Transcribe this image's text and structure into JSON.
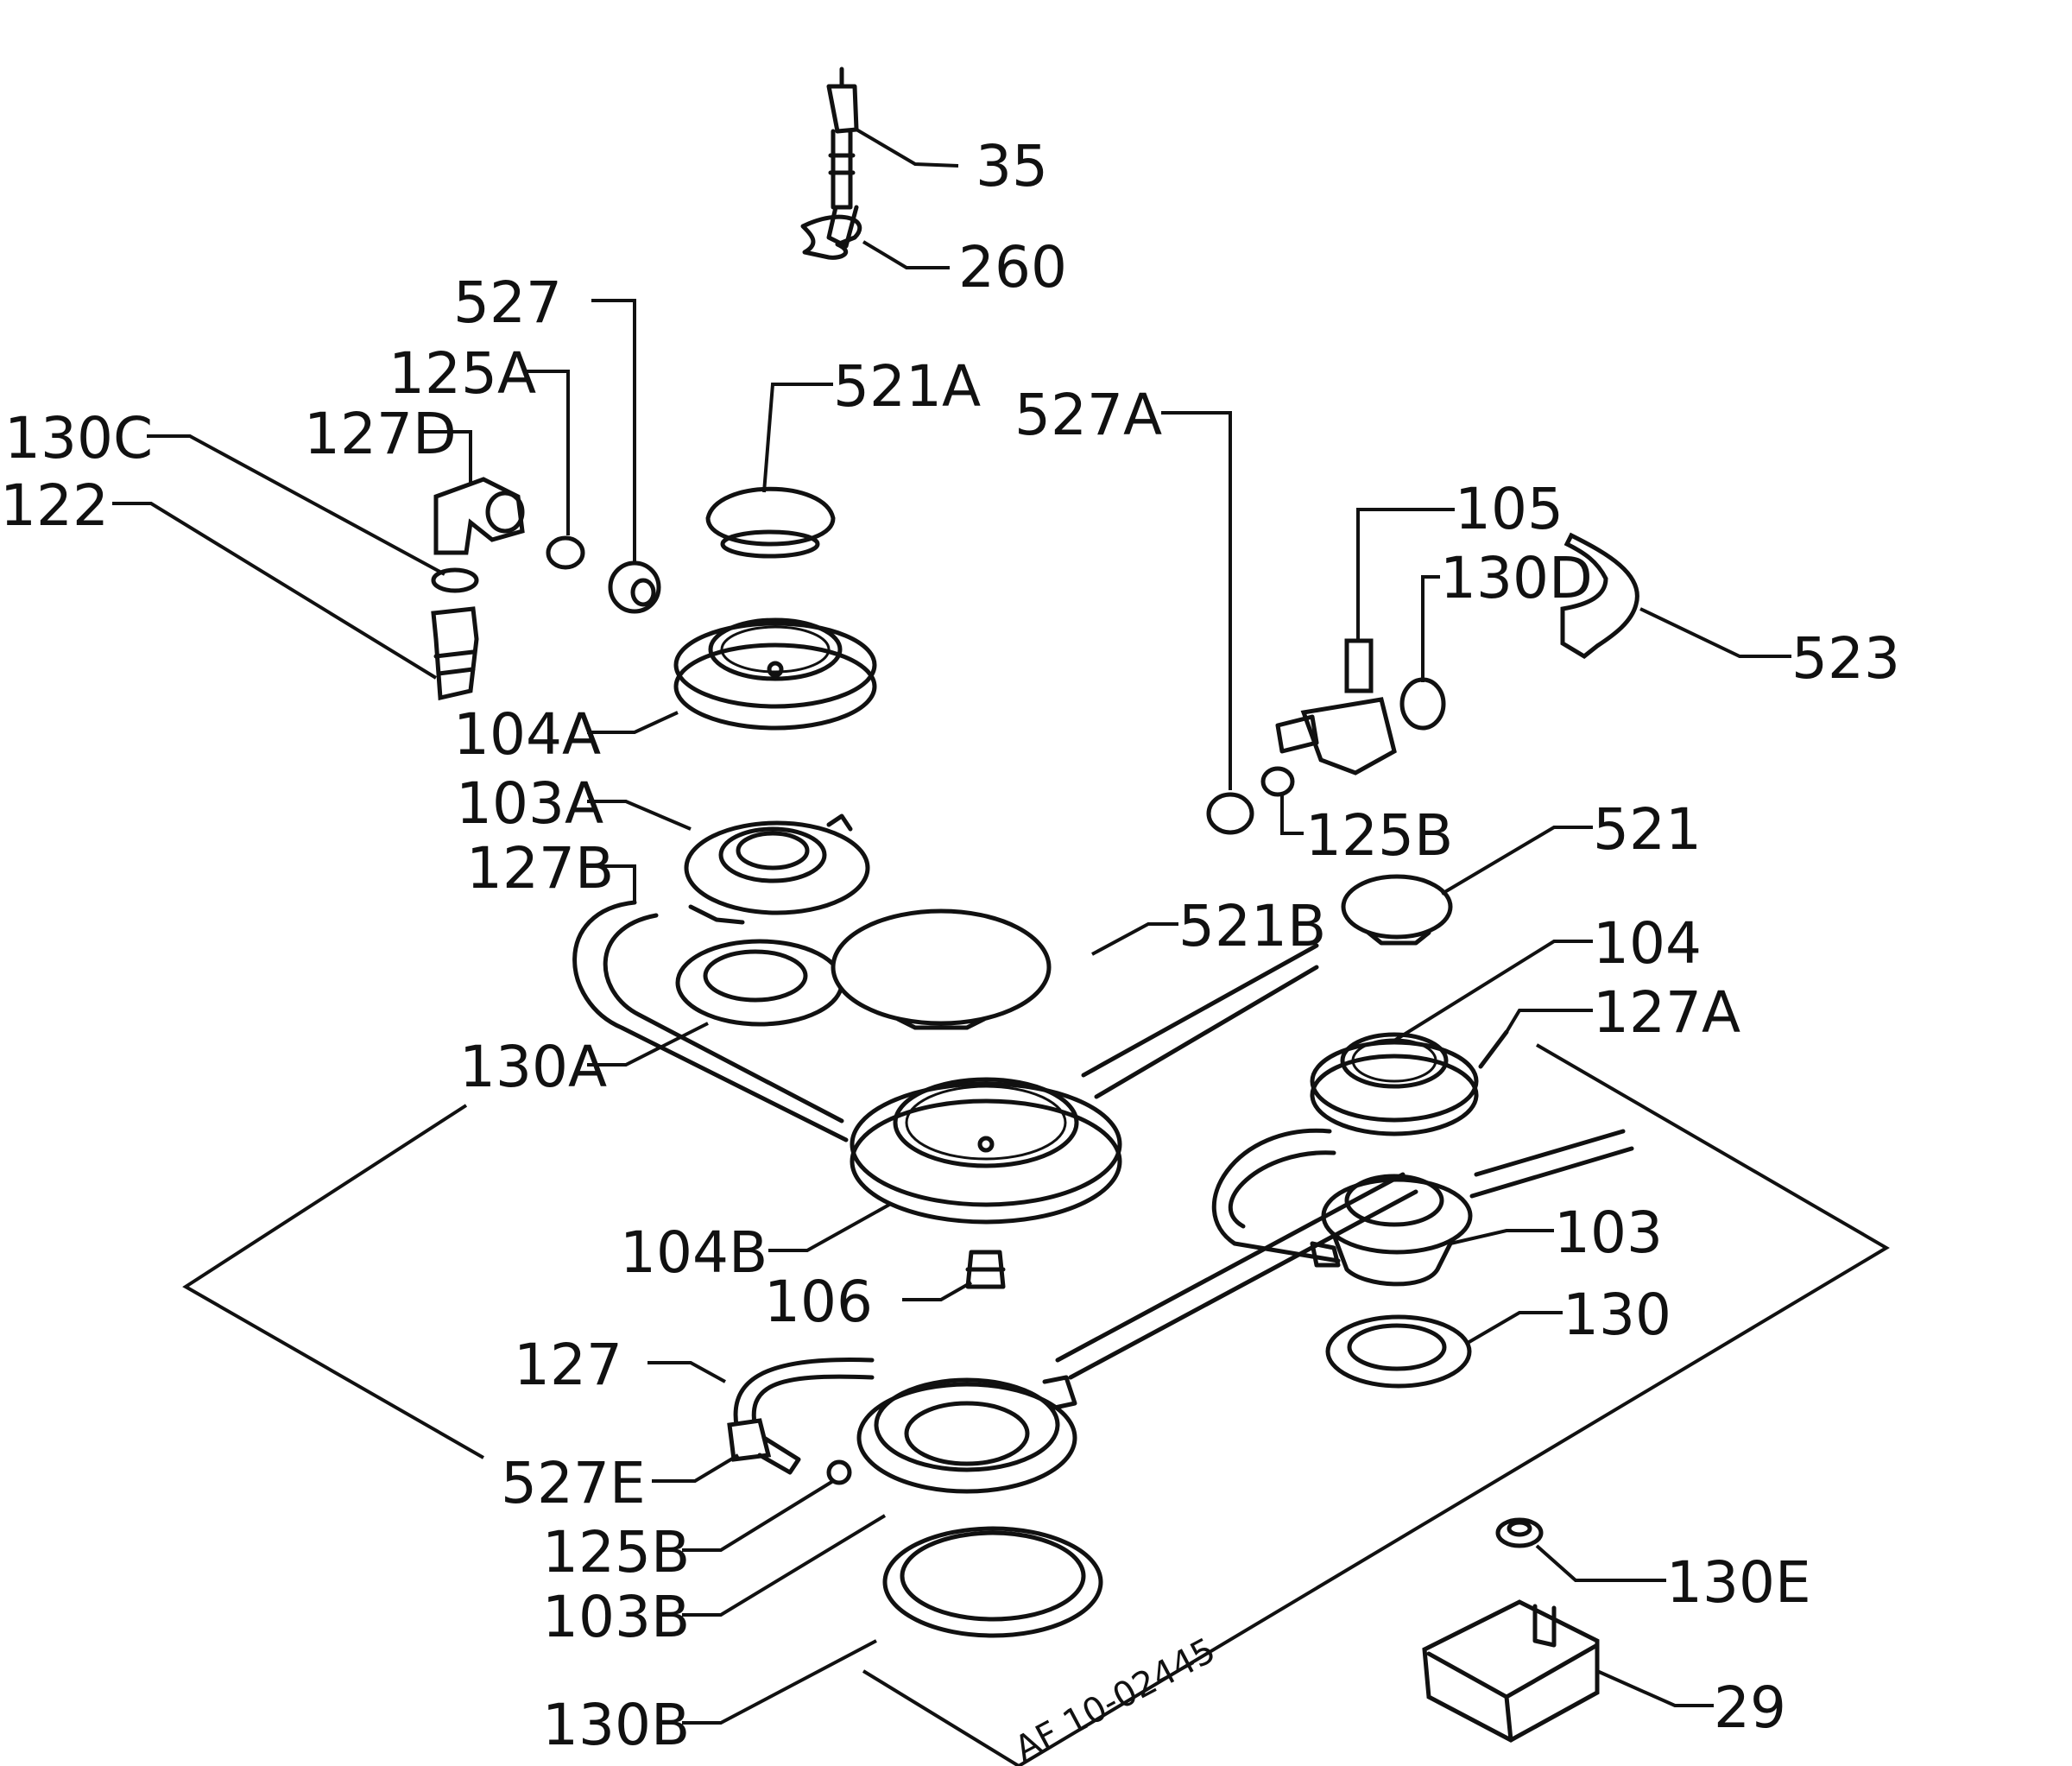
{
  "callouts": [
    {
      "id": "35",
      "text": "35"
    },
    {
      "id": "260",
      "text": "260"
    },
    {
      "id": "527",
      "text": "527"
    },
    {
      "id": "125A",
      "text": "125A"
    },
    {
      "id": "521A",
      "text": "521A"
    },
    {
      "id": "527A",
      "text": "527A"
    },
    {
      "id": "130C",
      "text": "130C"
    },
    {
      "id": "127D",
      "text": "127D"
    },
    {
      "id": "122",
      "text": "122"
    },
    {
      "id": "105",
      "text": "105"
    },
    {
      "id": "130D",
      "text": "130D"
    },
    {
      "id": "523",
      "text": "523"
    },
    {
      "id": "104A",
      "text": "104A"
    },
    {
      "id": "103A",
      "text": "103A"
    },
    {
      "id": "125B_top",
      "text": "125B"
    },
    {
      "id": "521",
      "text": "521"
    },
    {
      "id": "127B",
      "text": "127B"
    },
    {
      "id": "521B",
      "text": "521B"
    },
    {
      "id": "104",
      "text": "104"
    },
    {
      "id": "127A",
      "text": "127A"
    },
    {
      "id": "130A",
      "text": "130A"
    },
    {
      "id": "103",
      "text": "103"
    },
    {
      "id": "104B",
      "text": "104B"
    },
    {
      "id": "106",
      "text": "106"
    },
    {
      "id": "130",
      "text": "130"
    },
    {
      "id": "127",
      "text": "127"
    },
    {
      "id": "527E",
      "text": "527E"
    },
    {
      "id": "125B_bottom",
      "text": "125B"
    },
    {
      "id": "103B",
      "text": "103B"
    },
    {
      "id": "130E",
      "text": "130E"
    },
    {
      "id": "130B",
      "text": "130B"
    },
    {
      "id": "29",
      "text": "29"
    }
  ],
  "drawing_ref": "AF 10-02445"
}
